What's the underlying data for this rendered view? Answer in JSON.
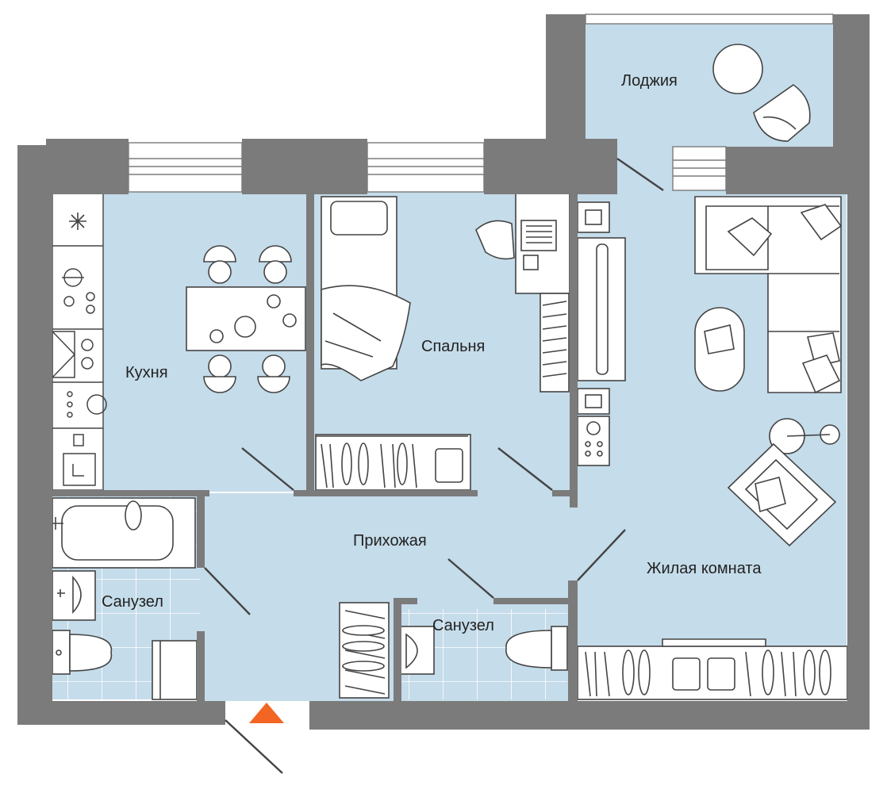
{
  "rooms": {
    "loggia": "Лоджия",
    "kitchen": "Кухня",
    "bedroom": "Спальня",
    "hallway": "Прихожая",
    "living": "Жилая комната",
    "bathroom_left": "Санузел",
    "bathroom_right": "Санузел"
  },
  "colors": {
    "floor": "#c5dcea",
    "wall": "#7b7b7b",
    "tile_line": "#ffffff",
    "furniture_fill": "#ffffff",
    "furniture_stroke": "#444444",
    "entrance_marker": "#f26522"
  },
  "icons": [
    "entrance-arrow-icon",
    "snowflake-icon",
    "sink-icon",
    "toilet-icon",
    "bathtub-icon",
    "stove-icon"
  ]
}
